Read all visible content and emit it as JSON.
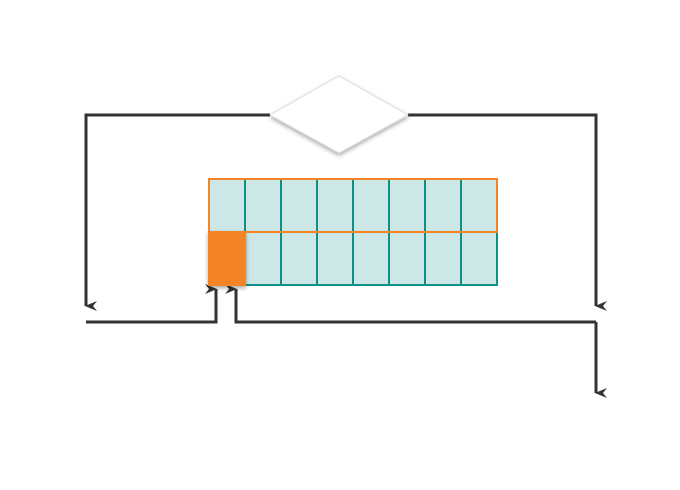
{
  "colors": {
    "line": "#333333",
    "cell_fill": "#cde7e7",
    "cell_stroke": "#0f8f88",
    "highlight_row_stroke": "#f58426",
    "active_cell": "#f58426",
    "diamond_fill": "#ffffff"
  },
  "grid": {
    "rows": 2,
    "columns": 8,
    "active_cell": [
      1,
      0
    ],
    "highlighted_row": 0
  }
}
